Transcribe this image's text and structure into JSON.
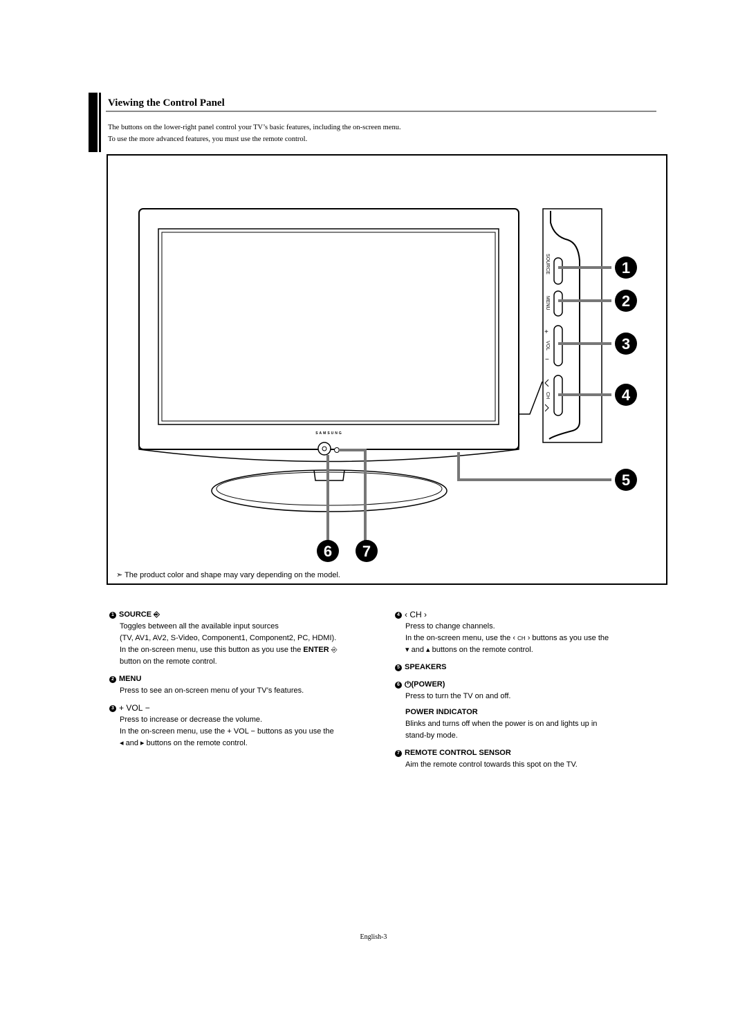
{
  "section": {
    "title": "Viewing the Control Panel",
    "intro_line1": "The buttons on the lower-right panel control your TV’s basic features, including the on-screen menu.",
    "intro_line2": "To use the more advanced features, you must use the remote control."
  },
  "diagram": {
    "brand": "SAMSUNG",
    "side_labels": [
      "SOURCE",
      "MENU",
      "VOL",
      "CH"
    ],
    "callouts": [
      "1",
      "2",
      "3",
      "4",
      "5",
      "6",
      "7"
    ],
    "note": "The product color and shape may vary depending on the model."
  },
  "items": {
    "source": {
      "num": "1",
      "title": "SOURCE",
      "l1": "Toggles between all the available input sources",
      "l2": "(TV, AV1, AV2, S-Video, Component1, Component2, PC, HDMI).",
      "l3a": "In the on-screen menu, use this button as you use the",
      "l3b": "ENTER",
      "l4": "button on the remote control."
    },
    "menu": {
      "num": "2",
      "title": "MENU",
      "l1": "Press to see an on-screen menu of your TV’s features."
    },
    "vol": {
      "num": "3",
      "title": "VOL",
      "l1": "Press to increase or decrease the volume.",
      "l2a": "In the on-screen menu, use the",
      "l2b": "VOL",
      "l2c": "buttons as you use the",
      "l3a": "and",
      "l3b": "buttons on the remote control."
    },
    "ch": {
      "num": "4",
      "title": "CH",
      "l1": "Press to change channels.",
      "l2a": "In the on-screen menu, use the",
      "l2b": "CH",
      "l2c": "buttons as you use the",
      "l3a": "and",
      "l3b": "buttons on the remote control."
    },
    "speakers": {
      "num": "5",
      "title": "SPEAKERS"
    },
    "power": {
      "num": "6",
      "title": "(POWER)",
      "l1": "Press to turn the TV on and off.",
      "sub_title": "POWER INDICATOR",
      "sub_l1": "Blinks and turns off when the power is on and lights up in",
      "sub_l2": "stand-by mode."
    },
    "remote": {
      "num": "7",
      "title": "REMOTE CONTROL SENSOR",
      "l1": "Aim the remote control towards this spot on the TV."
    }
  },
  "footer": "English-3"
}
